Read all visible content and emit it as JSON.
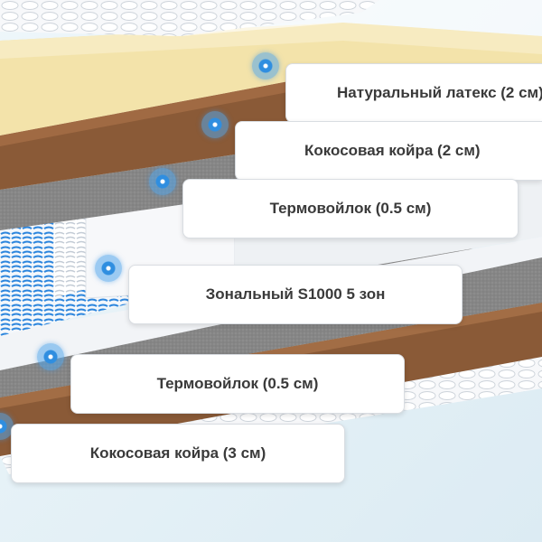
{
  "layers": [
    {
      "label": "Натуральный латекс (2 см)",
      "icon": "info-dot-icon"
    },
    {
      "label": "Кокосовая койра (2 см)",
      "icon": "info-dot-icon"
    },
    {
      "label": "Термовойлок (0.5 см)",
      "icon": "info-dot-icon"
    },
    {
      "label": "Зональный S1000 5 зон",
      "icon": "info-dot-icon"
    },
    {
      "label": "Термовойлок (0.5 см)",
      "icon": "info-dot-icon"
    },
    {
      "label": "Кокосовая койра (3 см)",
      "icon": "info-dot-icon"
    }
  ],
  "colors": {
    "latex": "#f3e3aa",
    "coir": "#8a5a37",
    "felt": "#858585",
    "spring_blue": "#2d86dd",
    "marker": "#2f8ee0",
    "cover": "#ffffff"
  }
}
